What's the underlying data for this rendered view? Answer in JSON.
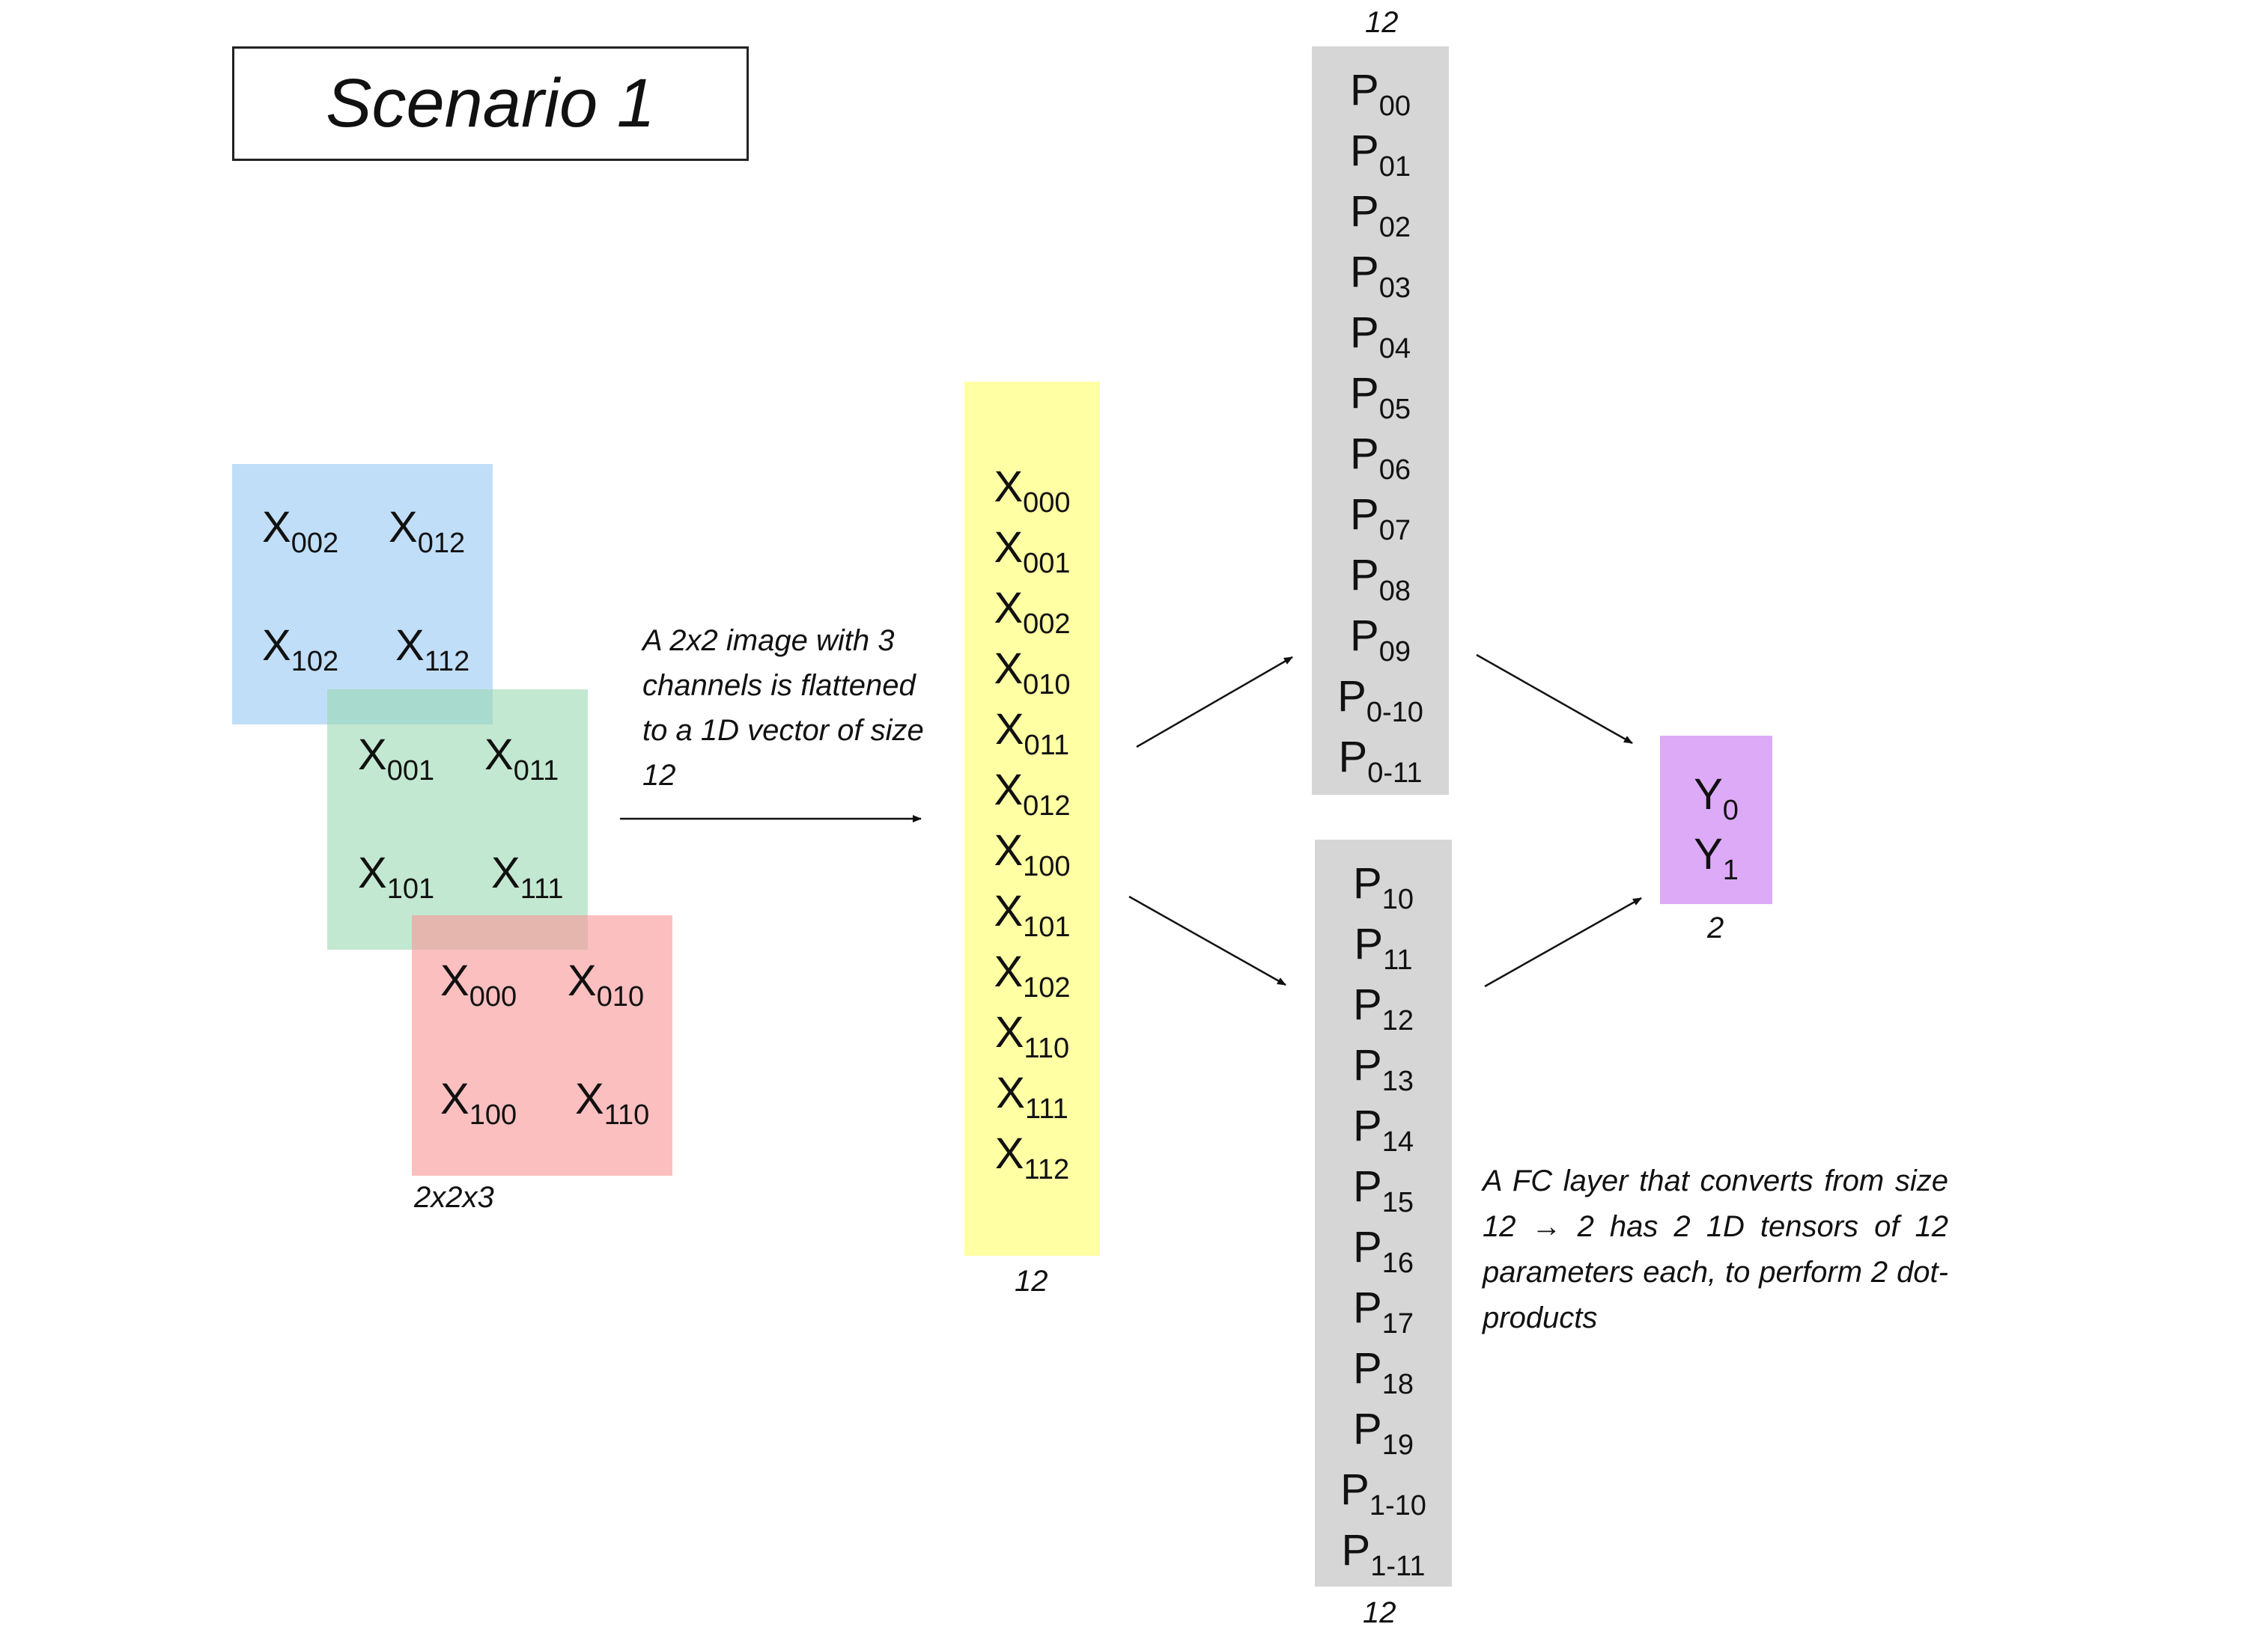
{
  "title": "Scenario 1",
  "input_image": {
    "shape_label": "2x2x3",
    "channel_2": [
      "X002",
      "X012",
      "X102",
      "X112"
    ],
    "channel_1": [
      "X001",
      "X011",
      "X101",
      "X111"
    ],
    "channel_0": [
      "X000",
      "X010",
      "X100",
      "X110"
    ]
  },
  "flatten_description": "A 2x2 image with 3 channels is flattened to a 1D vector of size 12",
  "flattened_vector": {
    "size_label": "12",
    "items": [
      "X000",
      "X001",
      "X002",
      "X010",
      "X011",
      "X012",
      "X100",
      "X101",
      "X102",
      "X110",
      "X111",
      "X112"
    ]
  },
  "params_0": {
    "size_label": "12",
    "items": [
      "P00",
      "P01",
      "P02",
      "P03",
      "P04",
      "P05",
      "P06",
      "P07",
      "P08",
      "P09",
      "P0-10",
      "P0-11"
    ]
  },
  "params_1": {
    "size_label": "12",
    "items": [
      "P10",
      "P11",
      "P12",
      "P13",
      "P14",
      "P15",
      "P16",
      "P17",
      "P18",
      "P19",
      "P1-10",
      "P1-11"
    ]
  },
  "output": {
    "size_label": "2",
    "items": [
      "Y0",
      "Y1"
    ]
  },
  "fc_description": "A FC layer that converts from size 12 → 2 has 2 1D tensors of 12 parameters each, to perform 2 dot-products",
  "colors": {
    "channel_2": "#a0ccf4",
    "channel_1": "#98d8b0",
    "channel_0": "#fa9898",
    "vector": "#ffffa4",
    "params": "#d6d6d6",
    "output": "#dcaaf6"
  }
}
